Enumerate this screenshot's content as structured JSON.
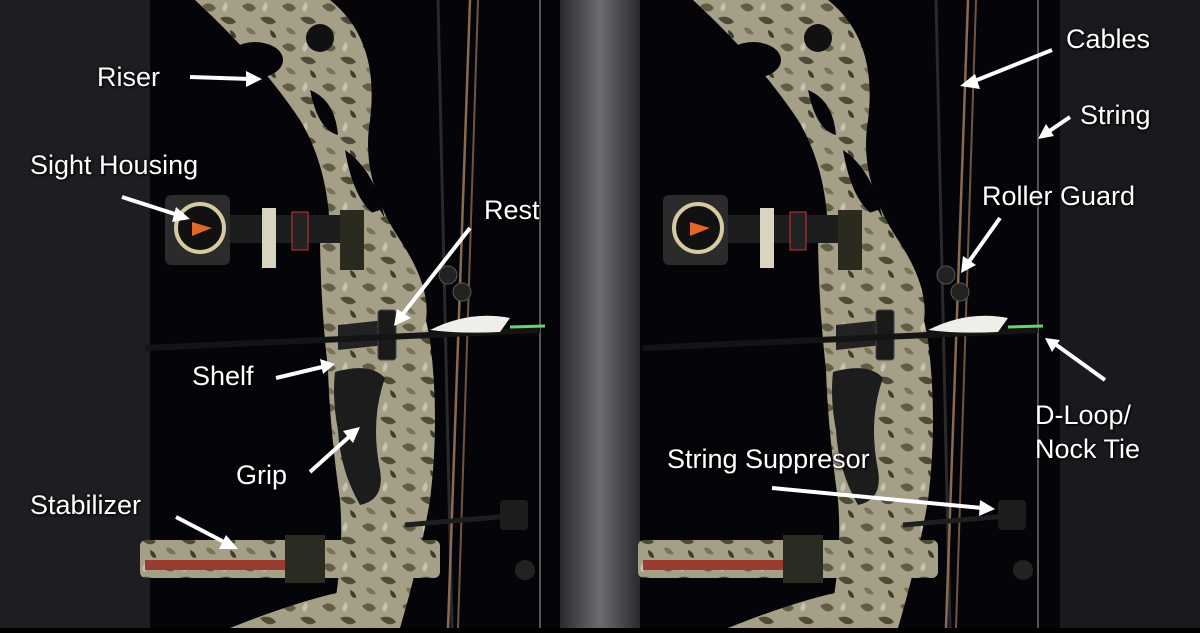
{
  "colors": {
    "background": "#06060b",
    "camo_light": "#a9a48c",
    "camo_dark": "#5e5a43",
    "grip": "#1b1b1b",
    "arrow_vane": "#f0efe9",
    "accent_orange": "#e0662a",
    "label_text": "#ffffff"
  },
  "panels": [
    {
      "labels": {
        "riser": "Riser",
        "sight_housing": "Sight Housing",
        "rest": "Rest",
        "shelf": "Shelf",
        "grip": "Grip",
        "stabilizer": "Stabilizer"
      }
    },
    {
      "labels": {
        "cables": "Cables",
        "string": "String",
        "roller_guard": "Roller Guard",
        "d_loop": "D-Loop/ Nock Tie",
        "string_suppresor": "String Suppresor"
      }
    }
  ],
  "icons": [
    "bow-riser-icon",
    "sight-icon",
    "arrow-icon",
    "arrow-pointer-icon"
  ]
}
